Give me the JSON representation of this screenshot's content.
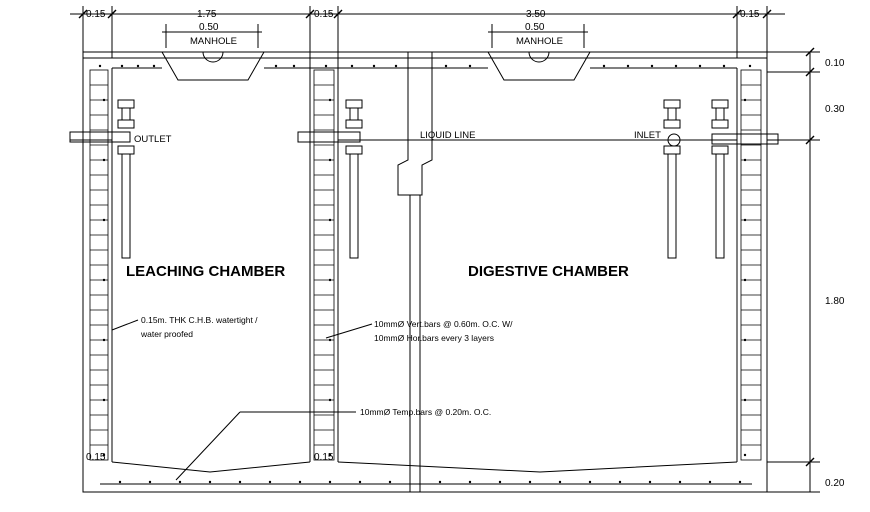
{
  "dimensions": {
    "top_wall_left": "0.15",
    "leaching_width": "1.75",
    "top_wall_mid": "0.15",
    "digestive_width": "3.50",
    "top_wall_right": "0.15",
    "manhole_left_width": "0.50",
    "manhole_right_width": "0.50",
    "slab_thickness": "0.10",
    "freeboard": "0.30",
    "liquid_depth": "1.80",
    "base_thickness": "0.20",
    "bottom_wall_left": "0.15",
    "bottom_wall_mid": "0.15"
  },
  "labels": {
    "manhole_left": "MANHOLE",
    "manhole_right": "MANHOLE",
    "outlet": "OUTLET",
    "inlet": "INLET",
    "liquid_line": "LIQUID LINE",
    "leaching_chamber": "LEACHING CHAMBER",
    "digestive_chamber": "DIGESTIVE CHAMBER",
    "chb_note_1": "0.15m. THK C.H.B. watertight /",
    "chb_note_2": "water proofed",
    "vert_bars": "10mmØ Vert.bars @ 0.60m. O.C. W/",
    "hor_bars": "10mmØ Hor.bars every 3 layers",
    "temp_bars": "10mmØ Temp.bars @ 0.20m. O.C."
  }
}
